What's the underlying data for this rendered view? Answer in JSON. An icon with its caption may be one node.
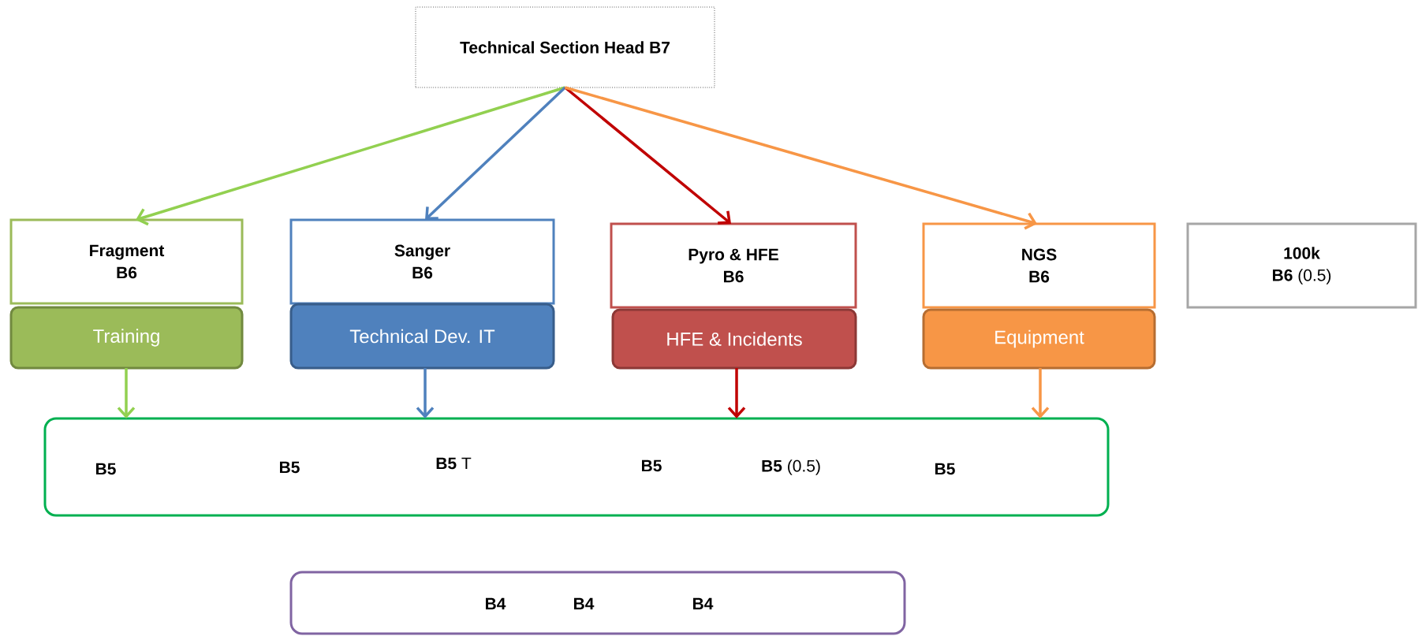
{
  "diagram": {
    "nodes": [
      {
        "text": [
          "Technical Section Head B7"
        ]
      },
      {
        "text": [
          "Fragment",
          "B6"
        ]
      },
      {
        "text": [
          "Training"
        ]
      },
      {
        "text": [
          "Sanger",
          "B6"
        ]
      },
      {
        "text": [
          "Technical Dev. IT"
        ]
      },
      {
        "text": [
          "Pyro & HFE",
          "B6"
        ]
      },
      {
        "text": [
          "HFE & Incidents"
        ]
      },
      {
        "text": [
          "NGS",
          "B6"
        ]
      },
      {
        "text": [
          "Equipment"
        ]
      },
      {
        "text": [
          "100k",
          "**B6** (0.5)"
        ]
      },
      {
        "text": [
          "B5",
          "B5",
          "**B5** T",
          "B5",
          "**B5** (0.5)",
          "B5"
        ]
      },
      {
        "text": [
          "B4",
          "B4",
          "B4"
        ]
      }
    ],
    "edges": [
      {
        "from": 0,
        "to": 1,
        "arrow": "to",
        "color": "#92d050"
      },
      {
        "from": 0,
        "to": 3,
        "arrow": "to",
        "color": "#4f81bd"
      },
      {
        "from": 0,
        "to": 5,
        "arrow": "to",
        "color": "#c00000"
      },
      {
        "from": 0,
        "to": 7,
        "arrow": "to",
        "color": "#f79646"
      },
      {
        "from": 2,
        "to": 10,
        "arrow": "to",
        "color": "#92d050"
      },
      {
        "from": 4,
        "to": 10,
        "arrow": "to",
        "color": "#4f81bd"
      },
      {
        "from": 6,
        "to": 10,
        "arrow": "to",
        "color": "#c00000"
      },
      {
        "from": 8,
        "to": 10,
        "arrow": "to",
        "color": "#f79646"
      }
    ]
  }
}
